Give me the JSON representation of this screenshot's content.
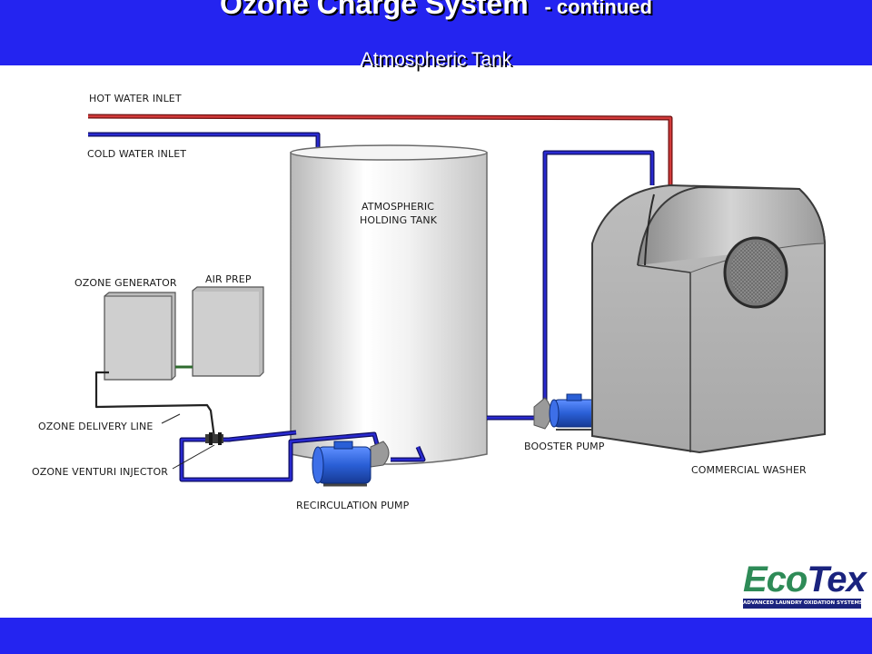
{
  "header": {
    "title": "Ozone Charge System",
    "title_suffix": "- continued",
    "subtitle": "Atmospheric Tank",
    "bar_color": "#2424f0"
  },
  "labels": {
    "hot_water_inlet": "HOT WATER INLET",
    "cold_water_inlet": "COLD WATER INLET",
    "holding_tank_line1": "ATMOSPHERIC",
    "holding_tank_line2": "HOLDING TANK",
    "ozone_generator": "OZONE GENERATOR",
    "air_prep": "AIR PREP",
    "ozone_delivery_line": "OZONE DELIVERY LINE",
    "ozone_venturi_injector": "OZONE VENTURI INJECTOR",
    "recirculation_pump": "RECIRCULATION PUMP",
    "booster_pump": "BOOSTER PUMP",
    "commercial_washer": "COMMERCIAL WASHER"
  },
  "logo": {
    "part1": "Eco",
    "part2": "Tex",
    "tagline": "ADVANCED LAUNDRY OXIDATION SYSTEMS"
  },
  "colors": {
    "hot_pipe": "#c62828",
    "cold_pipe": "#1a1aa0",
    "pump": "#2a5fd6",
    "ozone_line": "#222222"
  }
}
